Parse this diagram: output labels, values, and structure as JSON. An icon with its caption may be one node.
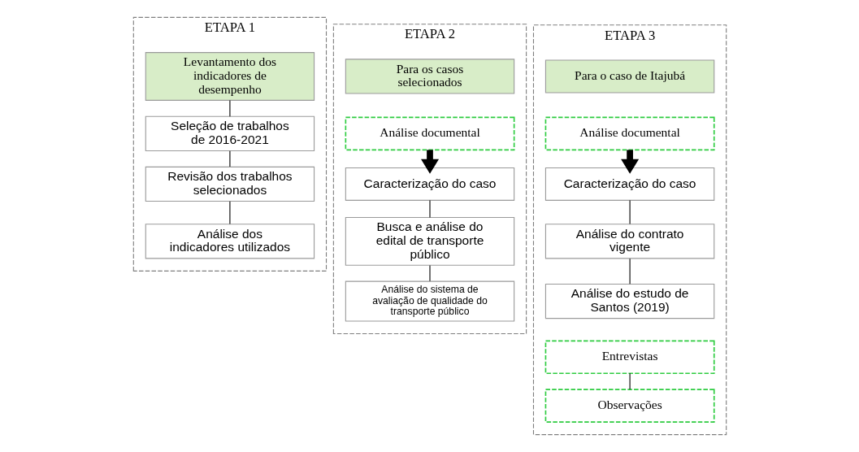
{
  "diagram": {
    "nodes": [
      {
        "text": [
          "ETAPA 1"
        ]
      },
      {
        "text": [
          "Levantamento dos indicadores de desempenho"
        ],
        "in": 0
      },
      {
        "text": [
          "Seleção de trabalhos de 2016-2021"
        ],
        "in": 0
      },
      {
        "text": [
          "Revisão dos trabalhos selecionados"
        ],
        "in": 0
      },
      {
        "text": [
          "Análise dos indicadores utilizados"
        ],
        "in": 0
      },
      {
        "text": [
          "ETAPA 2"
        ]
      },
      {
        "text": [
          "Para os casos selecionados"
        ],
        "in": 5
      },
      {
        "text": [
          "Análise documental"
        ],
        "in": 5
      },
      {
        "text": [
          "Caracterização do caso"
        ],
        "in": 5
      },
      {
        "text": [
          "Busca e análise do edital de transporte público"
        ],
        "in": 5
      },
      {
        "text": [
          "Análise do sistema de avaliação de qualidade do transporte público"
        ],
        "in": 5
      },
      {
        "text": [
          "ETAPA 3"
        ]
      },
      {
        "text": [
          "Para o caso de Itajubá"
        ],
        "in": 11
      },
      {
        "text": [
          "Análise documental"
        ],
        "in": 11
      },
      {
        "text": [
          "Caracterização do caso"
        ],
        "in": 11
      },
      {
        "text": [
          "Análise do contrato vigente"
        ],
        "in": 11
      },
      {
        "text": [
          "Análise do estudo de Santos (2019)"
        ],
        "in": 11
      },
      {
        "text": [
          "Entrevistas"
        ],
        "in": 11
      },
      {
        "text": [
          "Observações"
        ],
        "in": 11
      }
    ],
    "edges": [
      {
        "from": 1,
        "to": 2,
        "arrow": "none"
      },
      {
        "from": 2,
        "to": 3,
        "arrow": "none"
      },
      {
        "from": 3,
        "to": 4,
        "arrow": "none"
      },
      {
        "from": 7,
        "to": 8,
        "arrow": "to",
        "style": "thick"
      },
      {
        "from": 8,
        "to": 9,
        "arrow": "none"
      },
      {
        "from": 9,
        "to": 10,
        "arrow": "none"
      },
      {
        "from": 13,
        "to": 14,
        "arrow": "to",
        "style": "thick"
      },
      {
        "from": 14,
        "to": 15,
        "arrow": "none"
      },
      {
        "from": 15,
        "to": 16,
        "arrow": "none"
      },
      {
        "from": 17,
        "to": 18,
        "arrow": "none"
      }
    ]
  }
}
